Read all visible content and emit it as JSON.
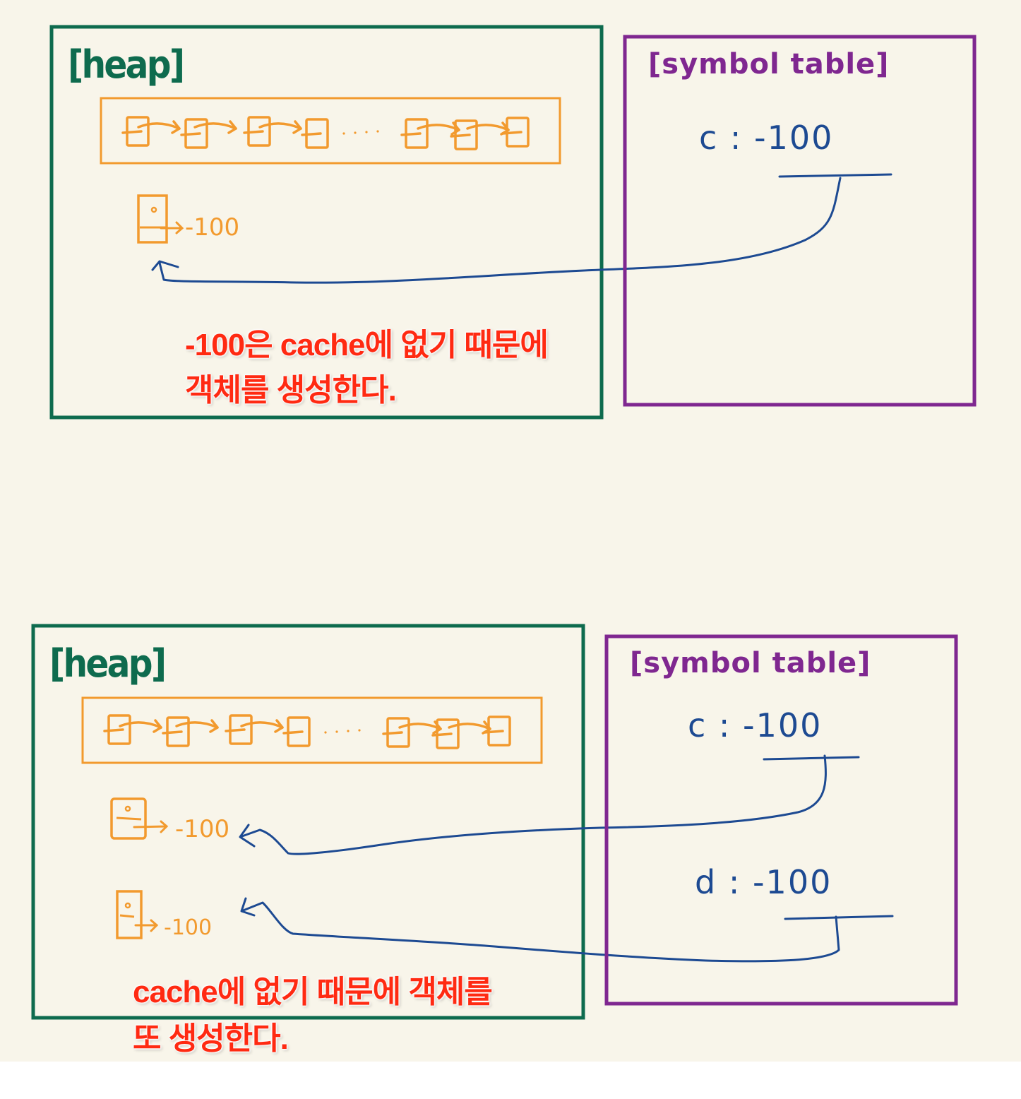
{
  "colors": {
    "background": "#f8f5ea",
    "heap_border": "#0e6b4e",
    "symbol_table_border": "#7f2790",
    "cache_border": "#f29a2e",
    "pointer_line": "#1d4a92",
    "annotation": "#ff2a12"
  },
  "panels": [
    {
      "heap": {
        "title": "[heap]",
        "cache_nodes": [
          "node",
          "node",
          "node",
          "node",
          "…",
          "node",
          "node",
          "node"
        ],
        "cache_ellipsis": "· · · ·",
        "objects": [
          {
            "value": "-100"
          }
        ]
      },
      "symbol_table": {
        "title": "[symbol table]",
        "entries": [
          {
            "name": "c",
            "op": ":",
            "value": "-100"
          }
        ]
      },
      "annotation": {
        "line1": "-100은 cache에 없기 때문에",
        "line2": "객체를 생성한다."
      }
    },
    {
      "heap": {
        "title": "[heap]",
        "cache_nodes": [
          "node",
          "node",
          "node",
          "node",
          "…",
          "node",
          "node",
          "node"
        ],
        "cache_ellipsis": "· · · ·",
        "objects": [
          {
            "value": "-100"
          },
          {
            "value": "-100"
          }
        ]
      },
      "symbol_table": {
        "title": "[symbol table]",
        "entries": [
          {
            "name": "c",
            "op": ":",
            "value": "-100"
          },
          {
            "name": "d",
            "op": ":",
            "value": "-100"
          }
        ]
      },
      "annotation": {
        "line1": "cache에 없기 때문에 객체를",
        "line2": "또 생성한다."
      }
    }
  ]
}
